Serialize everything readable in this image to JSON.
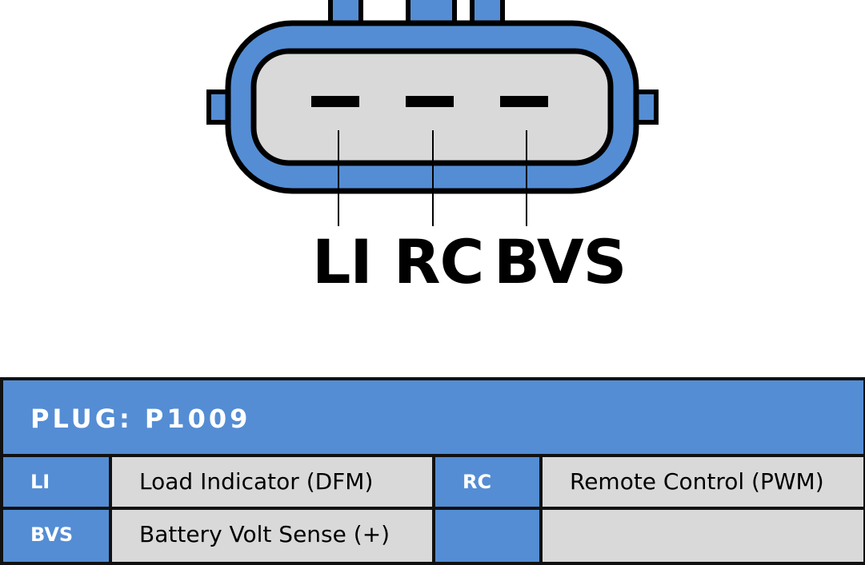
{
  "connector": {
    "colors": {
      "housing": "#548dd4",
      "face": "#d9d9d9",
      "outline": "#000000"
    },
    "pins": [
      {
        "label": "LI"
      },
      {
        "label": "RC"
      },
      {
        "label": "BVS"
      }
    ]
  },
  "table": {
    "title": "PLUG: P1009",
    "rows": [
      [
        {
          "code": "LI",
          "description": "Load Indicator (DFM)"
        },
        {
          "code": "RC",
          "description": "Remote Control (PWM)"
        }
      ],
      [
        {
          "code": "BVS",
          "description": "Battery Volt Sense (+)"
        },
        {
          "code": "",
          "description": ""
        }
      ]
    ]
  }
}
